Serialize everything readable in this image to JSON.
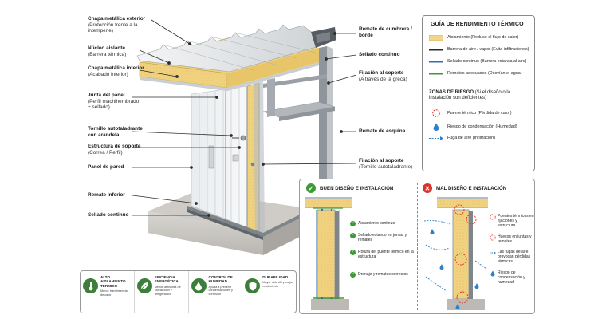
{
  "labels_left": [
    {
      "title": "Chapa metálica exterior",
      "sub": [
        "(Protección frente a la",
        "intemperie)"
      ]
    },
    {
      "title": "Núcleo aislante",
      "sub": [
        "(Barrera térmica)"
      ]
    },
    {
      "title": "Chapa metálica interior",
      "sub": [
        "(Acabado interior)"
      ]
    },
    {
      "title": "Junta del panel",
      "sub": [
        "(Perfil machihembrado",
        "+ sellado)"
      ]
    },
    {
      "title": "Tornillo autotaladrante",
      "sub": [
        "con arandela"
      ]
    },
    {
      "title": "Estructura de soporte",
      "sub": [
        "(Correa / Perfil)"
      ]
    },
    {
      "title": "Panel de pared",
      "sub": []
    },
    {
      "title": "Remate inferior",
      "sub": []
    },
    {
      "title": "Sellado continuo",
      "sub": []
    }
  ],
  "labels_right": [
    {
      "title": "Remate de cumbrera /",
      "sub": [
        "borde"
      ]
    },
    {
      "title": "Sellado continuo",
      "sub": []
    },
    {
      "title": "Fijación al soporte",
      "sub": [
        "(A través de la greca)"
      ]
    },
    {
      "title": "Remate de esquina",
      "sub": []
    },
    {
      "title": "Fijación al soporte",
      "sub": [
        "(Tornillo autotaladrante)"
      ]
    }
  ],
  "legend": {
    "title": "GUÍA DE RENDIMIENTO TÉRMICO",
    "items": [
      {
        "label": "Aislamiento (Reduce el flujo de calor)",
        "color": "#f0d58a"
      },
      {
        "label": "Barrera de aire / vapor (Evita infiltraciones)",
        "color": "#2b2b2b"
      },
      {
        "label": "Sellado continuo (Barrera estanca al aire)",
        "color": "#2f6fb5"
      },
      {
        "label": "Remates adecuados (Desvían el agua)",
        "color": "#3d9b35"
      }
    ],
    "risk_title": "ZONAS DE RIESGO",
    "risk_sub": "(Si el diseño o la instalación son deficientes)",
    "risk_items": [
      {
        "label": "Puente térmico (Pérdida de calor)",
        "icon": "dashed-red-circle-icon"
      },
      {
        "label": "Riesgo de condensación (Humedad)",
        "icon": "water-drop-icon"
      },
      {
        "label": "Fuga de aire (Infiltración)",
        "icon": "dashed-arrow-icon"
      }
    ]
  },
  "good": {
    "title": "BUEN DISEÑO E INSTALACIÓN",
    "items": [
      "Aislamiento continuo",
      "Sellado estanco en juntas y remates",
      "Rotura del puente térmico en la estructura",
      "Drenaje y remates correctos"
    ]
  },
  "bad": {
    "title": "MAL DISEÑO E INSTALACIÓN",
    "items": [
      "Puentes térmicos en fijaciones y estructura",
      "Huecos en juntas y remates",
      "Las fugas de aire provocan pérdidas térmicas",
      "Riesgo de condensación y humedad"
    ]
  },
  "benefits": [
    {
      "title": "ALTO AISLAMIENTO TÉRMICO",
      "sub": "Menor transferencia de calor",
      "icon": "thermometer-icon"
    },
    {
      "title": "EFICIENCIA ENERGÉTICA",
      "sub": "Menor demanda de calefacción y refrigeración",
      "icon": "leaf-icon"
    },
    {
      "title": "CONTROL DE HUMEDAD",
      "sub": "Ayuda a prevenir condensaciones y corrosión",
      "icon": "drop-icon"
    },
    {
      "title": "DURABILIDAD",
      "sub": "Mayor vida útil y mejor rendimiento",
      "icon": "shield-icon"
    }
  ],
  "colors": {
    "accent_green": "#3d9b35",
    "risk_red": "#d9332b",
    "seal_blue": "#2f6fb5",
    "insulation": "#f0d58a"
  }
}
